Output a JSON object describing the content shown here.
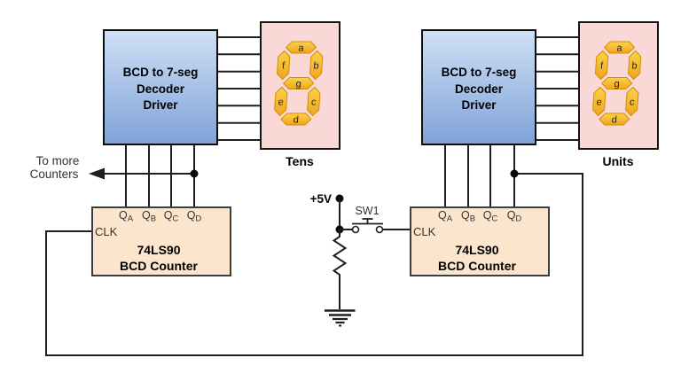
{
  "stages": {
    "tens": {
      "decoder": {
        "line1": "BCD to 7-seg",
        "line2": "Decoder",
        "line3": "Driver"
      },
      "display": {
        "label": "Tens",
        "seg_a": "a",
        "seg_b": "b",
        "seg_c": "c",
        "seg_d": "d",
        "seg_e": "e",
        "seg_f": "f",
        "seg_g": "g"
      },
      "counter": {
        "title": "74LS90",
        "subtitle": "BCD Counter",
        "clk_label": "CLK",
        "q": "Q",
        "pin_a": "A",
        "pin_b": "B",
        "pin_c": "C",
        "pin_d": "D"
      }
    },
    "units": {
      "decoder": {
        "line1": "BCD to 7-seg",
        "line2": "Decoder",
        "line3": "Driver"
      },
      "display": {
        "label": "Units",
        "seg_a": "a",
        "seg_b": "b",
        "seg_c": "c",
        "seg_d": "d",
        "seg_e": "e",
        "seg_f": "f",
        "seg_g": "g"
      },
      "counter": {
        "title": "74LS90",
        "subtitle": "BCD Counter",
        "clk_label": "CLK",
        "q": "Q",
        "pin_a": "A",
        "pin_b": "B",
        "pin_c": "C",
        "pin_d": "D"
      }
    }
  },
  "labels": {
    "to_more_line1": "To more",
    "to_more_line2": "Counters",
    "supply": "+5V",
    "switch": "SW1"
  },
  "colors": {
    "wire": "#1f1f1f",
    "decoder_gradient_top": "#cfe0f5",
    "decoder_gradient_bottom": "#7fa3d8",
    "counter_fill": "#fce5cd",
    "display_fill": "#f9d8d5",
    "segment_gradient_top": "#fcd24b",
    "segment_gradient_bottom": "#f0a41d",
    "segment_border": "#d08e06"
  }
}
